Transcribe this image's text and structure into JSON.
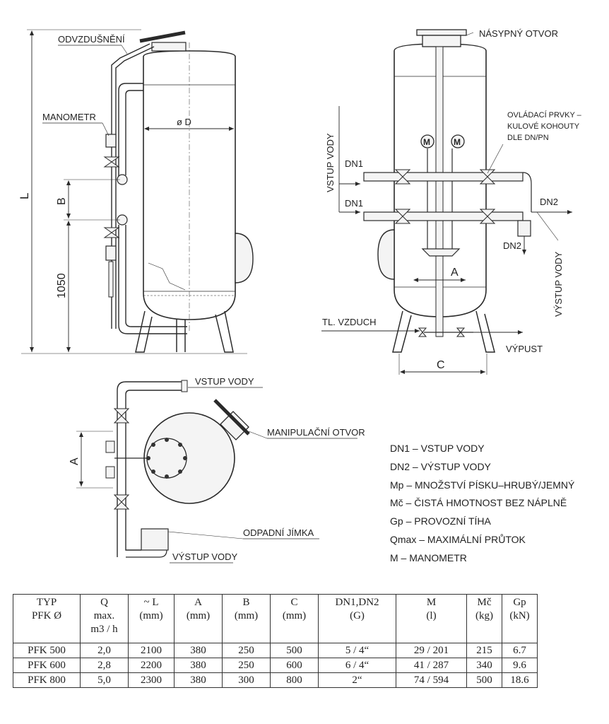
{
  "side_view": {
    "odvzdusneni": "ODVZDUŠNĚNÍ",
    "manometr": "MANOMETR",
    "dim_d": "ø D",
    "dim_l": "L",
    "dim_b": "B",
    "dim_1050": "1050"
  },
  "front_view": {
    "nasypny_otvor": "NÁSYPNÝ OTVOR",
    "vstup_vody": "VSTUP VODY",
    "ovladaci_line1": "OVLÁDACÍ PRVKY –",
    "ovladaci_line2": "KULOVÉ KOHOUTY",
    "ovladaci_line3": "DLE DN/PN",
    "dn1_a": "DN1",
    "dn1_b": "DN1",
    "dn2_a": "DN2",
    "dn2_b": "DN2",
    "vystup_vody": "VÝSTUP VODY",
    "tl_vzduch": "TL. VZDUCH",
    "vypust": "VÝPUST",
    "dim_a": "A",
    "dim_c": "C",
    "gauge": "M"
  },
  "top_view": {
    "vstup_vody": "VSTUP VODY",
    "manipulacni_otvor": "MANIPULAČNÍ OTVOR",
    "odpadni_jimka": "ODPADNÍ JÍMKA",
    "vystup_vody": "VÝSTUP VODY",
    "dim_a": "A"
  },
  "legend": [
    "DN1 – VSTUP VODY",
    "DN2 – VÝSTUP VODY",
    "Mp – MNOŽSTVÍ PÍSKU–HRUBÝ/JEMNÝ",
    "Mč – ČISTÁ HMOTNOST BEZ NÁPLNĚ",
    "Gp – PROVOZNÍ TÍHA",
    "Qmax – MAXIMÁLNÍ PRŮTOK",
    "M – MANOMETR"
  ],
  "table": {
    "headers": [
      [
        "TYP",
        "PFK Ø"
      ],
      [
        "Q",
        "max.",
        "m3 / h"
      ],
      [
        "~ L",
        "(mm)"
      ],
      [
        "A",
        "(mm)"
      ],
      [
        "B",
        "(mm)"
      ],
      [
        "C",
        "(mm)"
      ],
      [
        "DN1,DN2",
        "(G)"
      ],
      [
        "M",
        "(l)"
      ],
      [
        "Mč",
        "(kg)"
      ],
      [
        "Gp",
        "(kN)"
      ]
    ],
    "rows": [
      [
        "PFK 500",
        "2,0",
        "2100",
        "380",
        "250",
        "500",
        "5 / 4“",
        "29 / 201",
        "215",
        "6.7"
      ],
      [
        "PFK 600",
        "2,8",
        "2200",
        "380",
        "250",
        "600",
        "6 / 4“",
        "41 / 287",
        "340",
        "9.6"
      ],
      [
        "PFK 800",
        "5,0",
        "2300",
        "380",
        "300",
        "800",
        "2“",
        "74 / 594",
        "500",
        "18.6"
      ]
    ]
  }
}
